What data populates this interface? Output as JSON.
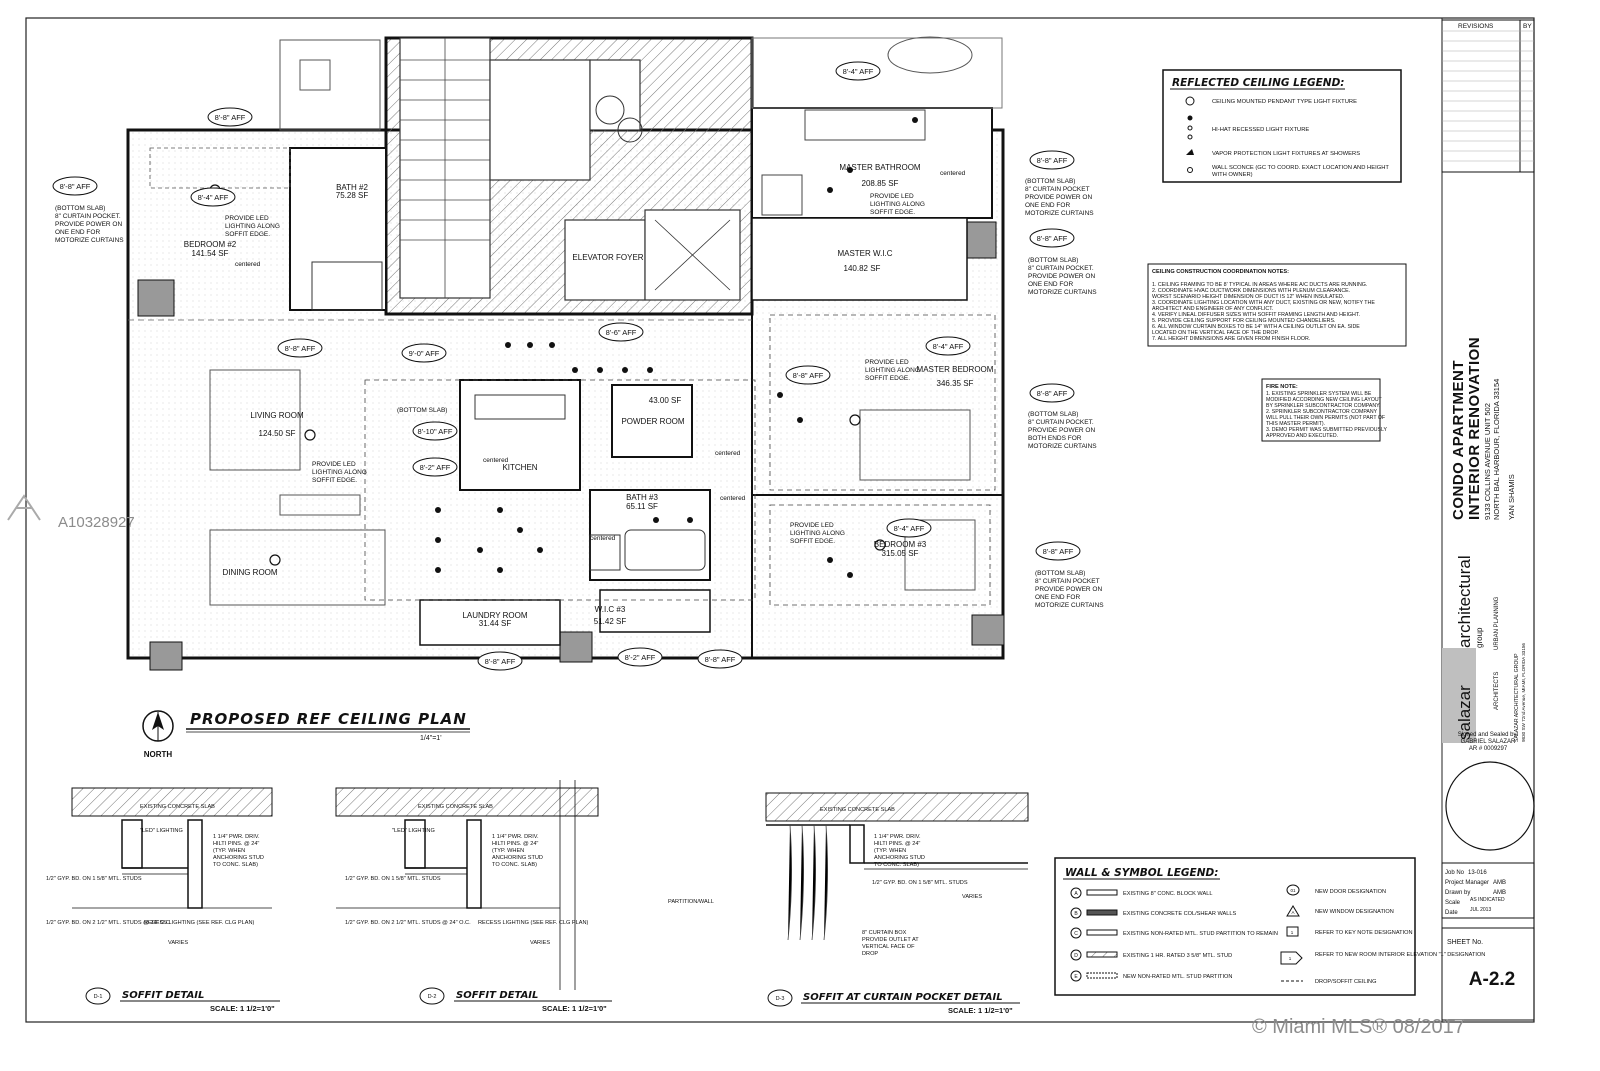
{
  "project": {
    "title_line1": "CONDO APARTMENT",
    "title_line2": "INTERIOR RENOVATION",
    "address_line1": "9133 COLLINS AVENUE UNIT 502",
    "address_line2": "NORTH BAL HARBOUR, FLORIDA 33154",
    "owner": "YAN SHAMIS"
  },
  "firm": {
    "name_light": "salazar",
    "name_bold": "architectural",
    "sub": "group",
    "tag_architects": "ARCHITECTS",
    "tag_urban": "URBAN PLANNING",
    "legal_name": "SALAZAR ARCHITECTURAL GROUP",
    "address": "9830 SW 72nd Avenue, MIAMI, FLORIDA 33156",
    "signed_label": "Signed and Sealed by:",
    "architect": "GABRIEL SALAZAR",
    "ar_number": "AR # 0009297"
  },
  "revisions": {
    "header": "REVISIONS",
    "by": "BY"
  },
  "job_info": {
    "rows": [
      {
        "label": "Job No",
        "value": "13-016"
      },
      {
        "label": "Project Manager",
        "value": "AMB"
      },
      {
        "label": "Drawn by",
        "value": "AMB"
      },
      {
        "label": "Scale",
        "value": "AS INDICATED"
      },
      {
        "label": "Date",
        "value": "JUL 2013"
      }
    ],
    "sheet_no_label": "SHEET No.",
    "sheet_no": "A-2.2"
  },
  "ceiling_legend": {
    "title": "REFLECTED CEILING LEGEND:",
    "items": [
      "CEILING MOUNTED PENDANT TYPE LIGHT FIXTURE",
      "HI-HAT RECESSED LIGHT FIXTURE",
      "VAPOR PROTECTION LIGHT FIXTURES AT SHOWERS",
      "WALL SCONCE (GC TO COORD. EXACT LOCATION AND HEIGHT",
      "WITH OWNER)"
    ]
  },
  "coordination_notes": {
    "title": "CEILING CONSTRUCTION COORDINATION NOTES:",
    "lines": [
      "1. CEILING FRAMING TO BE 8' TYPICAL IN AREAS WHERE A/C DUCTS ARE RUNNING.",
      "2. COORDINATE HVAC DUCTWORK DIMENSIONS WITH PLENUM CLEARANCE.",
      "WORST SCENARIO HEIGHT DIMENSION OF DUCT IS 12\" WHEN INSULATED.",
      "3. COORDINATE LIGHTING LOCATION WITH ANY DUCT, EXISTING OR NEW, NOTIFY THE",
      "ARCHITECT AND ENGINEER OF ANY CONFLICT.",
      "4. VERIFY LINEAL DIFFUSER SIZES WITH SOFFIT FRAMING LENGTH AND HEIGHT.",
      "5. PROVIDE CEILING SUPPORT FOR CEILING MOUNTED CHANDELIERS.",
      "6. ALL WINDOW CURTAIN BOXES TO BE 14\" WITH A CEILING OUTLET ON EA. SIDE",
      "LOCATED ON THE VERTICAL FACE OF THE DROP.",
      "7. ALL HEIGHT DIMENSIONS ARE GIVEN FROM FINISH FLOOR."
    ]
  },
  "fire_note": {
    "title": "FIRE NOTE:",
    "lines": [
      "1. EXISTING SPRINKLER SYSTEM WILL BE",
      "MODIFIED ACCORDING NEW CEILING LAYOUT",
      "BY SPRINKLER SUBCONTRACTOR COMPANY.",
      "2. SPRINKLER SUBCONTRACTOR COMPANY",
      "WILL PULL THEIR OWN PERMITS (NOT PART OF",
      "THIS MASTER PERMIT).",
      "3. DEMO PERMIT WAS SUBMITTED PREVIOUSLY",
      "APPROVED AND EXECUTED."
    ]
  },
  "wall_legend": {
    "title": "WALL & SYMBOL LEGEND:",
    "left": [
      {
        "mark": "A",
        "text": "EXISTING 8\" CONC. BLOCK WALL"
      },
      {
        "mark": "B",
        "text": "EXISTING CONCRETE COL/SHEAR WALLS"
      },
      {
        "mark": "C",
        "text": "EXISTING NON-RATED MTL. STUD PARTITION TO REMAIN"
      },
      {
        "mark": "D",
        "text": "EXISTING 1 HR. RATED 3 5/8\" MTL. STUD"
      },
      {
        "mark": "E",
        "text": "NEW NON-RATED MTL. STUD PARTITION"
      }
    ],
    "right": [
      {
        "mark": "01",
        "text": "NEW DOOR DESIGNATION"
      },
      {
        "mark": "A",
        "text": "NEW WINDOW DESIGNATION"
      },
      {
        "mark": "1",
        "text": "REFER TO KEY NOTE DESIGNATION"
      },
      {
        "mark": "1",
        "text": "REFER TO NEW ROOM INTERIOR ELEVATION \"1\" DESIGNATION"
      },
      {
        "mark": "",
        "text": "DROP/SOFFIT CEILING"
      }
    ]
  },
  "plan": {
    "title": "PROPOSED REF CEILING PLAN",
    "scale": "1/4\"=1'",
    "north": "NORTH",
    "rooms": [
      {
        "name": "BEDROOM #2",
        "area": "141.54 SF"
      },
      {
        "name": "BATH #2",
        "area": "75.28 SF"
      },
      {
        "name": "ELEVATOR FOYER",
        "area": ""
      },
      {
        "name": "MASTER BATHROOM",
        "area": "208.85 SF"
      },
      {
        "name": "MASTER W.I.C",
        "area": "140.82 SF"
      },
      {
        "name": "MASTER BEDROOM",
        "area": "346.35 SF"
      },
      {
        "name": "LIVING ROOM",
        "area": "124.50 SF"
      },
      {
        "name": "KITCHEN",
        "area": ""
      },
      {
        "name": "POWDER ROOM",
        "area": "43.00 SF"
      },
      {
        "name": "BATH #3",
        "area": "65.11 SF"
      },
      {
        "name": "BEDROOM #3",
        "area": "315.05 SF"
      },
      {
        "name": "DINING ROOM",
        "area": ""
      },
      {
        "name": "LAUNDRY ROOM",
        "area": "31.44 SF"
      },
      {
        "name": "W.I.C #3",
        "area": "51.42 SF"
      }
    ],
    "ceiling_heights": [
      "8'-8\" AFF",
      "8'-4\" AFF",
      "9'-0\" AFF",
      "8'-2\" AFF",
      "8'-10\" AFF",
      "8'-6\" AFF",
      "8'-8\" AFF"
    ],
    "notes": {
      "curtain_pocket": "(BOTTOM SLAB) 8\" CURTAIN POCKET. PROVIDE POWER ON ONE END FOR MOTORIZE CURTAINS",
      "led": "PROVIDE LED LIGHTING ALONG SOFFIT EDGE.",
      "bottom_slab": "(BOTTOM SLAB)",
      "centered": "centered"
    }
  },
  "details": [
    {
      "id": "D-1",
      "title": "SOFFIT DETAIL",
      "scale": "SCALE: 1 1/2=1'0\"",
      "labels": [
        "EXISTING CONCRETE SLAB",
        "\"LED\" LIGHTING",
        "1 1/4\" PWR. DRIV. HILTI PINS. @ 24\" (TYP. WHEN ANCHORING STUD TO CONC. SLAB)",
        "1/2\" GYP. BD. ON 1 5/8\" MTL. STUDS",
        "1/2\" GYP. BD. ON 2 1/2\" MTL. STUDS @ 24\" O.C.",
        "RECESS LIGHTING (SEE REF. CLG PLAN)",
        "VARIES"
      ]
    },
    {
      "id": "D-2",
      "title": "SOFFIT DETAIL",
      "scale": "SCALE: 1 1/2=1'0\"",
      "labels": [
        "EXISTING CONCRETE SLAB",
        "\"LED\" LIGHTING",
        "1 1/4\" PWR. DRIV. HILTI PINS. @ 24\" (TYP. WHEN ANCHORING STUD TO CONC. SLAB)",
        "1/2\" GYP. BD. ON 1 5/8\" MTL. STUDS",
        "1/2\" GYP. BD. ON 2 1/2\" MTL. STUDS @ 24\" O.C.",
        "RECESS LIGHTING (SEE REF. CLG PLAN)",
        "VARIES",
        "PARTITION/WALL"
      ]
    },
    {
      "id": "D-3",
      "title": "SOFFIT AT CURTAIN POCKET DETAIL",
      "scale": "SCALE: 1 1/2=1'0\"",
      "labels": [
        "EXISTING CONCRETE SLAB",
        "1 1/4\" PWR. DRIV. HILTI PINS. @ 24\" (TYP. WHEN ANCHORING STUD TO CONC. SLAB)",
        "1/2\" GYP. BD. ON 1 5/8\" MTL. STUDS",
        "VARIES",
        "8\" CURTAIN BOX PROVIDE OUTLET AT VERTICAL FACE OF DROP"
      ]
    }
  ],
  "watermark": {
    "listing_id": "A10328927",
    "copyright": "© Miami MLS® 08/2017"
  }
}
